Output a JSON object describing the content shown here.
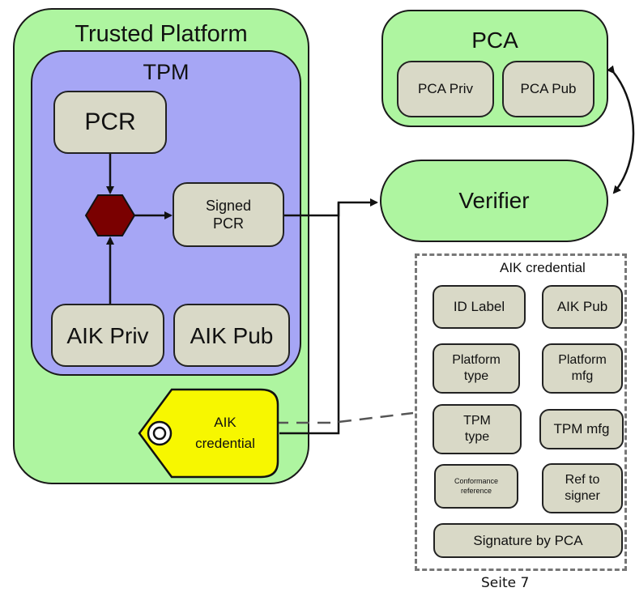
{
  "trusted_platform": {
    "title": "Trusted Platform",
    "tpm": {
      "title": "TPM",
      "pcr": "PCR",
      "signed_pcr": [
        "Signed",
        "PCR"
      ],
      "aik_priv": "AIK Priv",
      "aik_pub": "AIK Pub"
    },
    "aik_credential_tag": [
      "AIK",
      "credential"
    ]
  },
  "pca": {
    "title": "PCA",
    "priv": "PCA Priv",
    "pub": "PCA Pub"
  },
  "verifier": {
    "title": "Verifier"
  },
  "aik_credential_detail": {
    "title": "AIK credential",
    "fields": {
      "id_label": "ID Label",
      "aik_pub": "AIK Pub",
      "platform_type": [
        "Platform",
        "type"
      ],
      "platform_mfg": [
        "Platform",
        "mfg"
      ],
      "tpm_type": [
        "TPM",
        "type"
      ],
      "tpm_mfg": "TPM mfg",
      "conformance": [
        "Conformance",
        "reference"
      ],
      "ref_signer": [
        "Ref to",
        "signer"
      ],
      "signature": "Signature by PCA"
    }
  },
  "footer": {
    "page": "Seite 7"
  },
  "colors": {
    "platform_green": "#aef5a0",
    "tpm_blue": "#a6a6f5",
    "box_grey": "#d9d9c7",
    "hexagon": "#7a0000",
    "tag_yellow": "#f7f700"
  }
}
